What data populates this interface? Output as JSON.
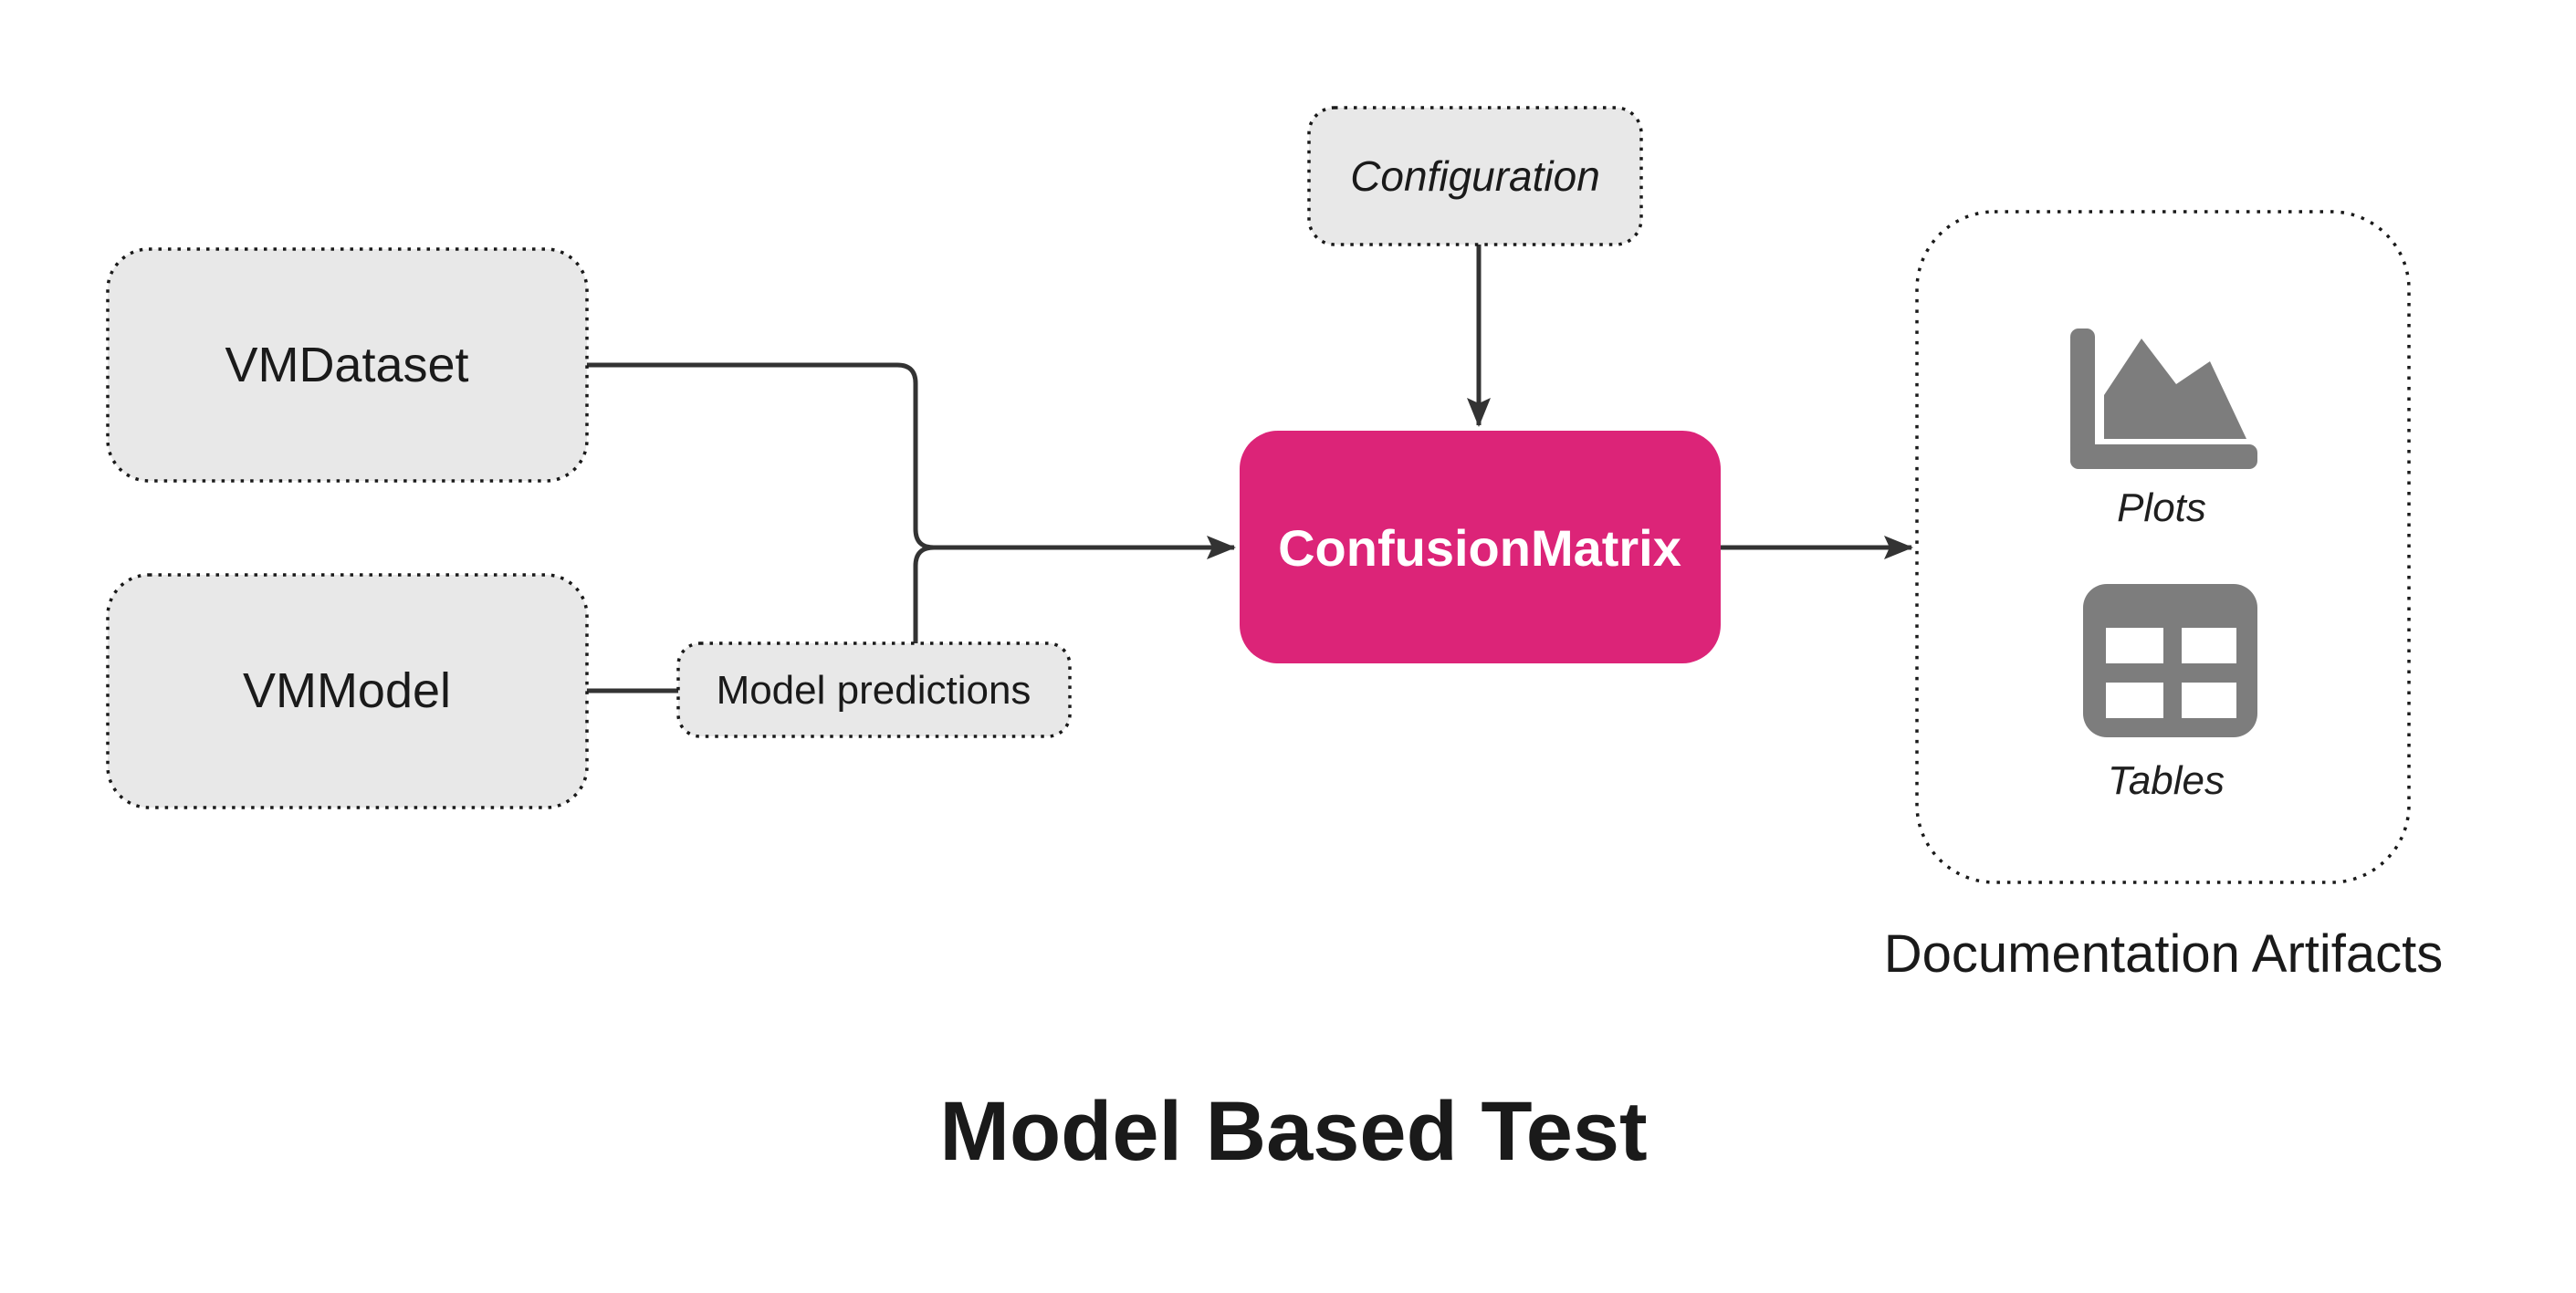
{
  "diagram": {
    "title": "Model Based Test",
    "nodes": {
      "vmdataset": {
        "label": "VMDataset"
      },
      "vmmodel": {
        "label": "VMModel"
      },
      "configuration": {
        "label": "Configuration"
      },
      "confusion_matrix": {
        "label": "ConfusionMatrix"
      },
      "model_predictions": {
        "label": "Model predictions"
      }
    },
    "artifacts": {
      "caption": "Documentation Artifacts",
      "items": [
        {
          "label": "Plots",
          "icon": "area-chart-icon"
        },
        {
          "label": "Tables",
          "icon": "table-icon"
        }
      ]
    },
    "colors": {
      "node_fill": "#e8e8e8",
      "node_border": "#1a1a1a",
      "accent": "#dc2478",
      "accent_text": "#ffffff",
      "edge": "#333333",
      "icon_gray": "#7d7d7d",
      "text": "#1a1a1a"
    }
  }
}
